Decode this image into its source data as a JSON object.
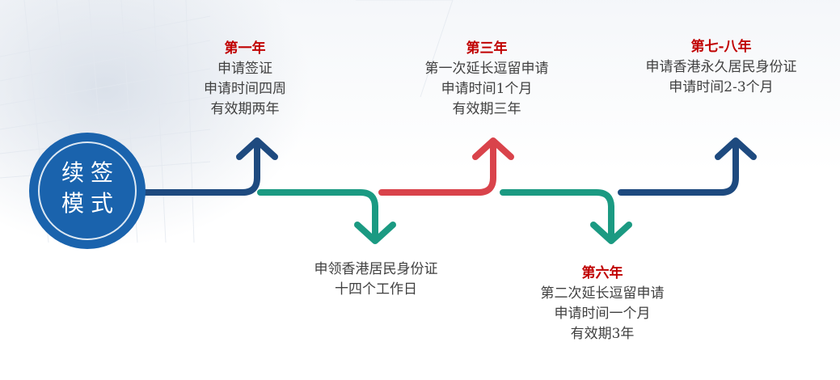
{
  "center": {
    "line1": "续签",
    "line2": "模式"
  },
  "steps": [
    {
      "title": "第一年",
      "lines": [
        "申请签证",
        "申请时间四周",
        "有效期两年"
      ]
    },
    {
      "title": "",
      "lines": [
        "申领香港居民身份证",
        "十四个工作日"
      ]
    },
    {
      "title": "第三年",
      "lines": [
        "第一次延长逗留申请",
        "申请时间1个月",
        "有效期三年"
      ]
    },
    {
      "title": "第六年",
      "lines": [
        "第二次延长逗留申请",
        "申请时间一个月",
        "有效期3年"
      ]
    },
    {
      "title": "第七-八年",
      "lines": [
        "申请香港永久居民身份证",
        "申请时间2-3个月"
      ]
    }
  ],
  "colors": {
    "navy": "#1e4a7f",
    "teal": "#1b9a82",
    "red": "#d9434b",
    "title_red": "#c00000",
    "circle_blue": "#1a63ad"
  }
}
